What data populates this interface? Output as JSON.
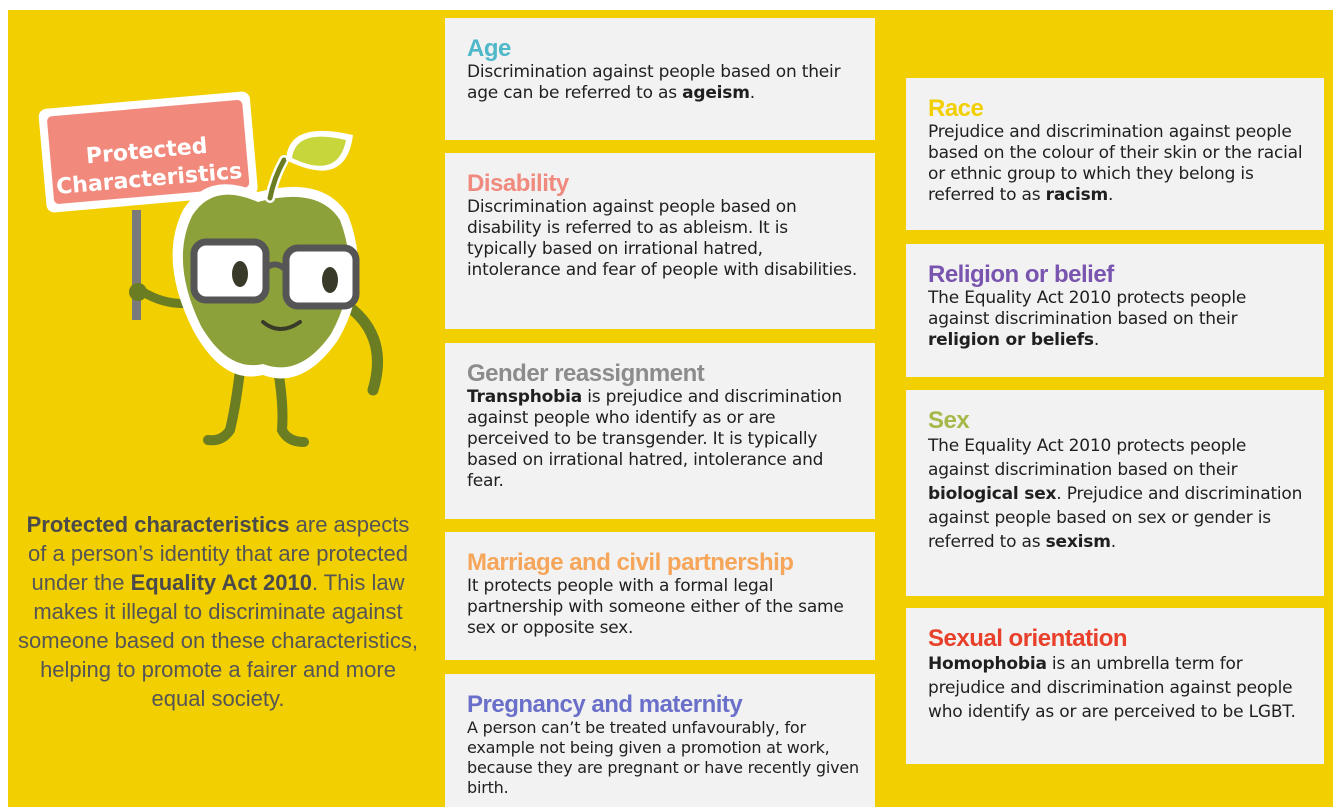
{
  "mascot": {
    "sign_line1": "Protected",
    "sign_line2": "Characteristics"
  },
  "intro": {
    "term": "Protected characteristics",
    "part1": " are aspects of a person’s identity that are protected under the ",
    "act": "Equality Act 2010",
    "part2": ". This law makes it illegal to discriminate against someone based on these characteristics, helping to promote a fairer and more equal society."
  },
  "cards": {
    "age": {
      "title": "Age",
      "t1": "Discrimination against people based on their age can be referred to as ",
      "b1": "ageism",
      "t2": "."
    },
    "disability": {
      "title": "Disability",
      "t1": "Discrimination against people based on disability is referred to as ableism. It is typically based on irrational hatred, intolerance and fear of people with disabilities."
    },
    "gender": {
      "title": "Gender reassignment",
      "b1": "Transphobia",
      "t1": " is prejudice and discrimination against people who identify as or are perceived to be transgender. It is typically based on irrational hatred, intolerance and fear."
    },
    "marriage": {
      "title": "Marriage and civil partnership",
      "t1": "It protects people with a formal legal partnership with someone either of the same sex or opposite sex."
    },
    "pregnancy": {
      "title": "Pregnancy and maternity",
      "t1": "A person can’t be treated unfavourably, for example not being given a promotion at work, because they are pregnant  or have recently given birth."
    },
    "race": {
      "title": "Race",
      "t1": "Prejudice and discrimination against people based on the colour of their skin or the racial or ethnic group to which they belong is referred to as ",
      "b1": "racism",
      "t2": "."
    },
    "religion": {
      "title": "Religion or belief",
      "t1": "The Equality Act 2010 protects people against discrimination based on their ",
      "b1": "religion or beliefs",
      "t2": "."
    },
    "sex": {
      "title": "Sex",
      "t1": "The Equality Act 2010 protects people against discrimination based on their ",
      "b1": "biological sex",
      "t2": ". Prejudice and discrimination against people based on sex or gender is referred to as ",
      "b2": "sexism",
      "t3": "."
    },
    "orientation": {
      "title": "Sexual orientation",
      "b1": "Homophobia",
      "t1": " is an umbrella term for prejudice and discrimination against people who identify as or are perceived to be LGBT."
    }
  },
  "colors": {
    "background": "#f2cf00",
    "card": "#f2f2f2",
    "age": "#4fb8c9",
    "disability": "#f08a7e",
    "gender": "#8c8c8c",
    "marriage": "#f5a65b",
    "pregnancy": "#6a6fc9",
    "race": "#f2cf00",
    "religion": "#7a55b0",
    "sex": "#a7b84a",
    "orientation": "#e8402a",
    "sign": "#f18a7c",
    "apple": "#8da13a"
  }
}
